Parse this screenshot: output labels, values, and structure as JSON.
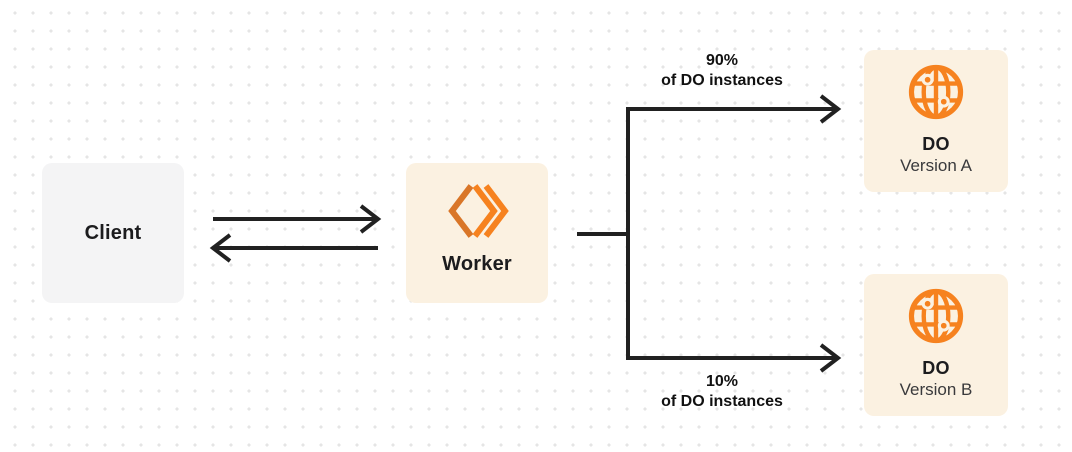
{
  "nodes": {
    "client": {
      "label": "Client"
    },
    "worker": {
      "label": "Worker"
    },
    "do_version_a": {
      "title": "DO",
      "subtitle": "Version A"
    },
    "do_version_b": {
      "title": "DO",
      "subtitle": "Version B"
    }
  },
  "edge_labels": {
    "to_do_a": {
      "percent": "90%",
      "caption": "of DO instances"
    },
    "to_do_b": {
      "percent": "10%",
      "caption": "of DO instances"
    }
  },
  "icons": {
    "worker": "cloudflare-workers-icon",
    "do": "globe-icon"
  },
  "colors": {
    "orange": "#F6821F",
    "orange_dark": "#D97628",
    "cream": "#FBF1E1",
    "light_gray": "#F4F4F5",
    "ink": "#212121",
    "text_dark": "#1C1C1E",
    "text_sub": "#3A3A3C",
    "dot": "#E5E5E5"
  }
}
